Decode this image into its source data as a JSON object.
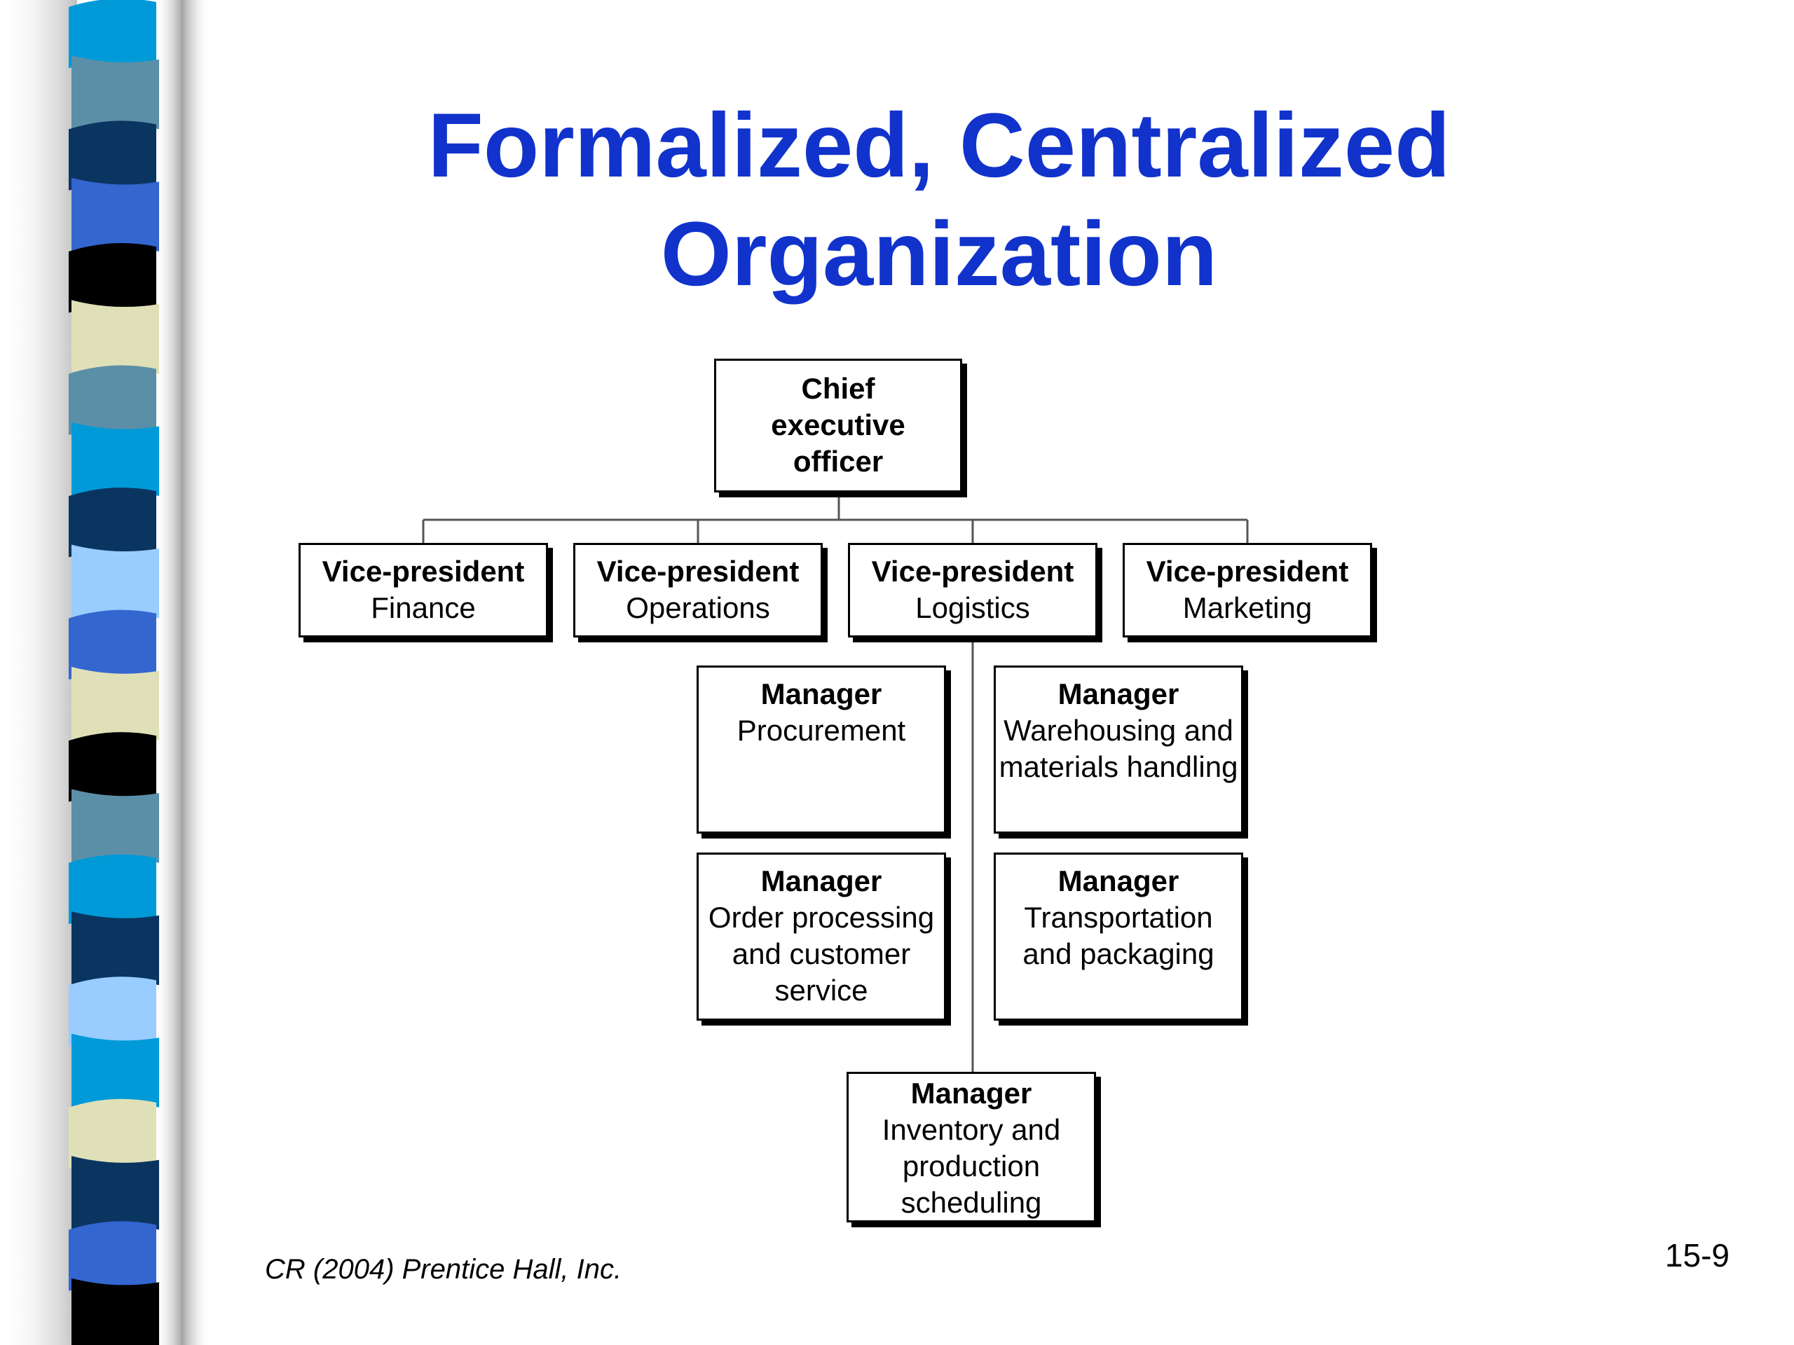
{
  "title_lines": [
    "Formalized, Centralized",
    "Organization"
  ],
  "org_chart": {
    "ceo": {
      "lines": [
        "Chief",
        "executive",
        "officer"
      ]
    },
    "vice_presidents": [
      {
        "title": "Vice-president",
        "dept": "Finance"
      },
      {
        "title": "Vice-president",
        "dept": "Operations"
      },
      {
        "title": "Vice-president",
        "dept": "Logistics"
      },
      {
        "title": "Vice-president",
        "dept": "Marketing"
      }
    ],
    "managers": [
      {
        "title": "Manager",
        "dept_lines": [
          "Procurement"
        ]
      },
      {
        "title": "Manager",
        "dept_lines": [
          "Warehousing and",
          "materials handling"
        ]
      },
      {
        "title": "Manager",
        "dept_lines": [
          "Order processing",
          "and customer",
          "service"
        ]
      },
      {
        "title": "Manager",
        "dept_lines": [
          "Transportation",
          "and packaging"
        ]
      },
      {
        "title": "Manager",
        "dept_lines": [
          "Inventory and",
          "production",
          "scheduling"
        ]
      }
    ]
  },
  "footer": {
    "citation": "CR (2004) Prentice Hall, Inc.",
    "slide_number": "15-9"
  },
  "colors": {
    "title": "#1133cc",
    "strip": [
      "#009ad8",
      "#5b8fa8",
      "#0b3561",
      "#3466d0",
      "#000000",
      "#e0e0b8",
      "#5b8fa8",
      "#009ad8",
      "#0b3561",
      "#99ccff",
      "#3466d0",
      "#e0e0b8",
      "#000000",
      "#5b8fa8",
      "#009ad8",
      "#0b3561",
      "#99ccff",
      "#009ad8",
      "#e0e0b8",
      "#0b3561",
      "#3466d0",
      "#000000"
    ]
  }
}
